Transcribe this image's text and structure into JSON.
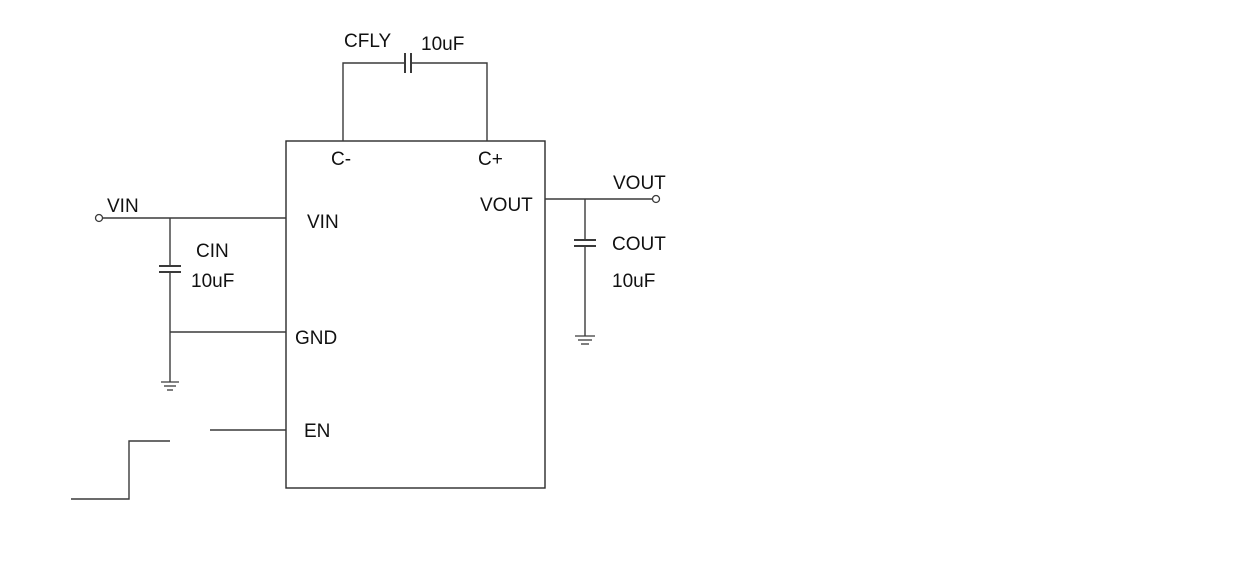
{
  "ic": {
    "pins": {
      "c_minus": "C-",
      "c_plus": "C+",
      "vin": "VIN",
      "vout": "VOUT",
      "gnd": "GND",
      "en": "EN"
    }
  },
  "components": {
    "cfly": {
      "name": "CFLY",
      "value": "10uF"
    },
    "cin": {
      "name": "CIN",
      "value": "10uF"
    },
    "cout": {
      "name": "COUT",
      "value": "10uF"
    }
  },
  "terminals": {
    "input": "VIN",
    "output": "VOUT"
  },
  "colors": {
    "line": "#3a3a3a",
    "text": "#111111",
    "background": "#ffffff"
  }
}
